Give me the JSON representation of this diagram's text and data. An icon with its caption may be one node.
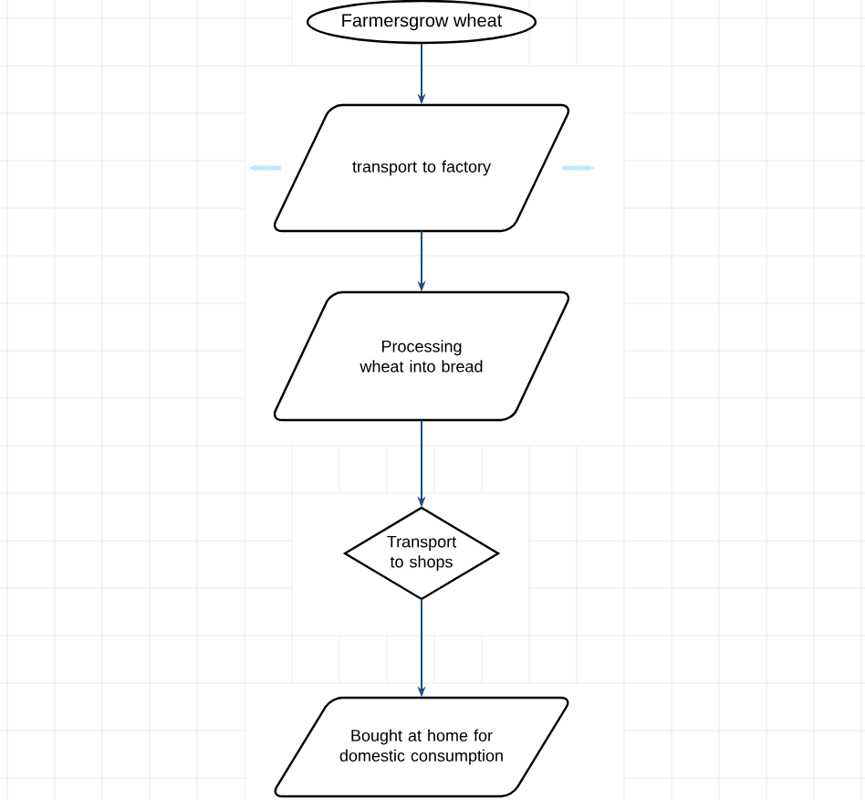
{
  "diagram": {
    "nodes": [
      {
        "text": [
          "Farmersgrow wheat"
        ]
      },
      {
        "text": [
          "transport to factory"
        ]
      },
      {
        "text": [
          "Processing wheat into bread"
        ]
      },
      {
        "text": [
          "Transport to shops"
        ]
      },
      {
        "text": [
          "Bought at home for domestic consumption"
        ]
      }
    ],
    "edges": [
      {
        "from": 0,
        "to": 1,
        "arrow": "to"
      },
      {
        "from": 1,
        "to": 2,
        "arrow": "to"
      },
      {
        "from": 2,
        "to": 3,
        "arrow": "to"
      },
      {
        "from": 3,
        "to": 4,
        "arrow": "to"
      }
    ]
  }
}
